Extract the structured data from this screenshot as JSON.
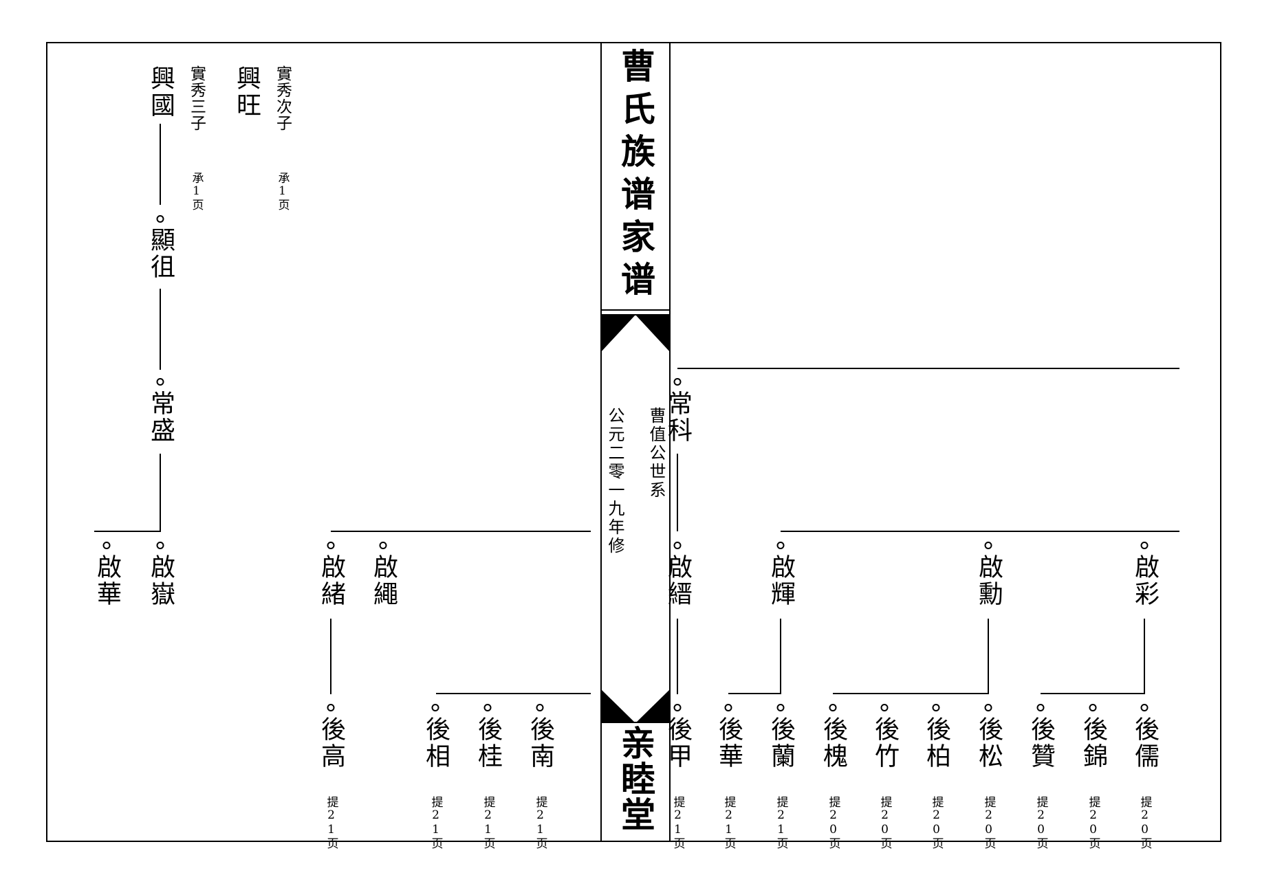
{
  "spine": {
    "title": "曹氏族谱家谱",
    "hall": "亲睦堂",
    "date": "公元二零一九年修",
    "lineage": "曹值公世系"
  },
  "left_page": {
    "branches": [
      {
        "id": "xingwang",
        "note": "實秀次子",
        "name": "興旺",
        "ref": "承1页"
      },
      {
        "id": "xingguo",
        "note": "實秀三子",
        "name": "興國",
        "ref": "承1页"
      }
    ],
    "descendants": [
      {
        "id": "xianzu",
        "name": "顯徂"
      },
      {
        "id": "changsheng",
        "name": "常盛"
      },
      {
        "id": "qiyue",
        "name": "啟嶽"
      },
      {
        "id": "qihua",
        "name": "啟華"
      },
      {
        "id": "qisheng",
        "name": "啟繩"
      },
      {
        "id": "qixu",
        "name": "啟緒"
      },
      {
        "id": "hougao",
        "name": "後高",
        "ref": "提21页"
      },
      {
        "id": "houxiang",
        "name": "後相",
        "ref": "提21页"
      },
      {
        "id": "hougui",
        "name": "後桂",
        "ref": "提21页"
      },
      {
        "id": "hounan",
        "name": "後南",
        "ref": "提21页"
      }
    ]
  },
  "right_page": {
    "gen1": {
      "name": "常科"
    },
    "gen2": [
      {
        "id": "qijin",
        "name": "啟縉"
      },
      {
        "id": "qihui",
        "name": "啟輝"
      },
      {
        "id": "qixun",
        "name": "啟勳"
      },
      {
        "id": "qicai",
        "name": "啟彩"
      }
    ],
    "gen3": [
      {
        "id": "houjia",
        "name": "後甲",
        "ref": "提21页"
      },
      {
        "id": "houhua",
        "name": "後華",
        "ref": "提21页"
      },
      {
        "id": "houlan",
        "name": "後蘭",
        "ref": "提21页"
      },
      {
        "id": "houhuai",
        "name": "後槐",
        "ref": "提20页"
      },
      {
        "id": "houzhu",
        "name": "後竹",
        "ref": "提20页"
      },
      {
        "id": "houbai",
        "name": "後柏",
        "ref": "提20页"
      },
      {
        "id": "housong",
        "name": "後松",
        "ref": "提20页"
      },
      {
        "id": "houzan",
        "name": "後贊",
        "ref": "提20页"
      },
      {
        "id": "houjin",
        "name": "後錦",
        "ref": "提20页"
      },
      {
        "id": "hourua",
        "name": "後儒",
        "ref": "提20页"
      }
    ]
  }
}
